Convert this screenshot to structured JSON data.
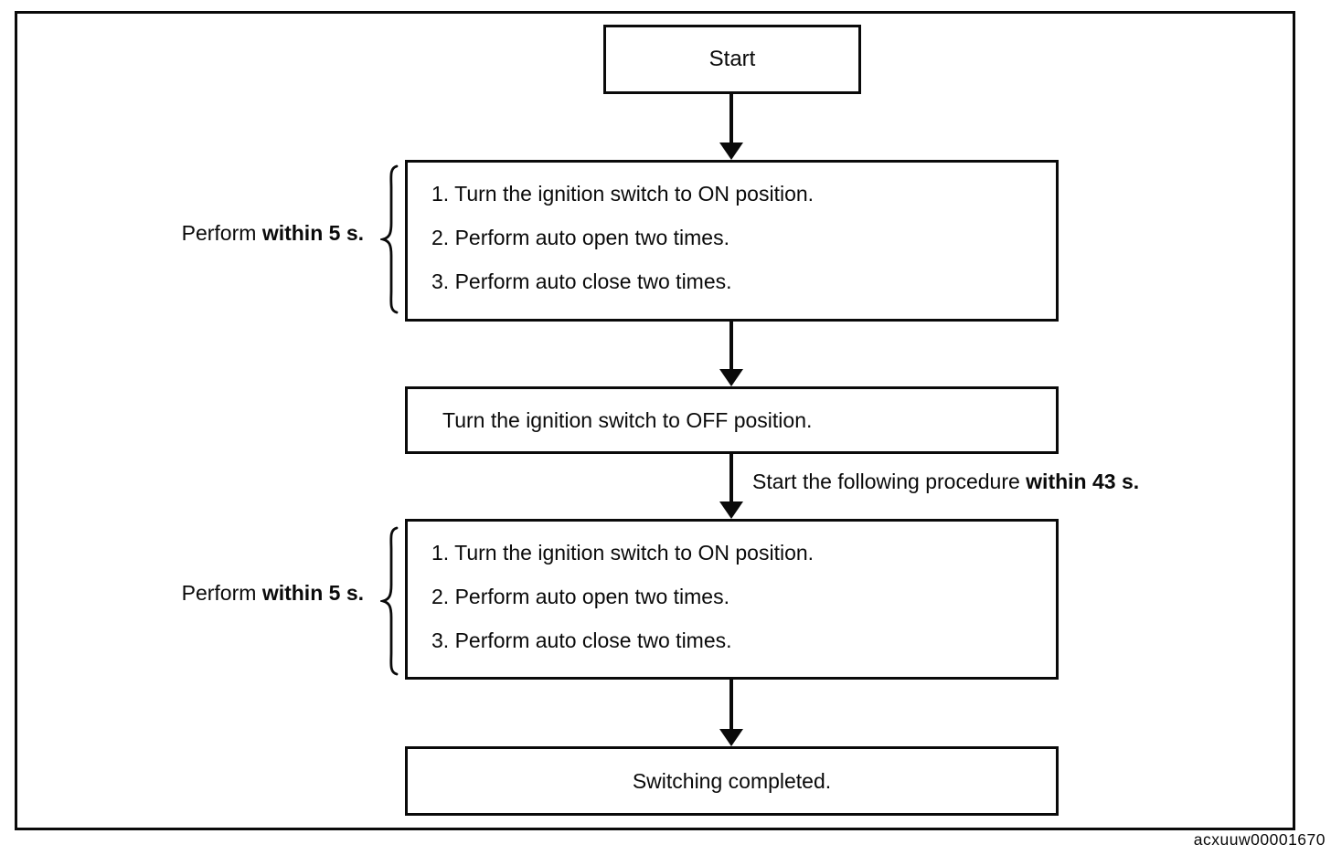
{
  "flowchart": {
    "start": {
      "label": "Start"
    },
    "procedure1": {
      "annotation": {
        "prefix": "Perform ",
        "bold": "within 5 s."
      },
      "steps": [
        "1. Turn the ignition switch to ON position.",
        "2. Perform auto open two times.",
        "3. Perform auto close two times."
      ]
    },
    "ignition_off": {
      "label": "Turn the ignition switch to OFF position."
    },
    "arrow_note": {
      "prefix": "Start the following procedure ",
      "bold": "within 43 s."
    },
    "procedure2": {
      "annotation": {
        "prefix": "Perform ",
        "bold": "within 5 s."
      },
      "steps": [
        "1. Turn the ignition switch to ON position.",
        "2. Perform auto open two times.",
        "3. Perform auto close two times."
      ]
    },
    "completed": {
      "label": "Switching completed."
    }
  },
  "figure": {
    "code": "acxuuw00001670"
  },
  "colors": {
    "ink": "#0a0a0a",
    "paper": "#ffffff"
  }
}
